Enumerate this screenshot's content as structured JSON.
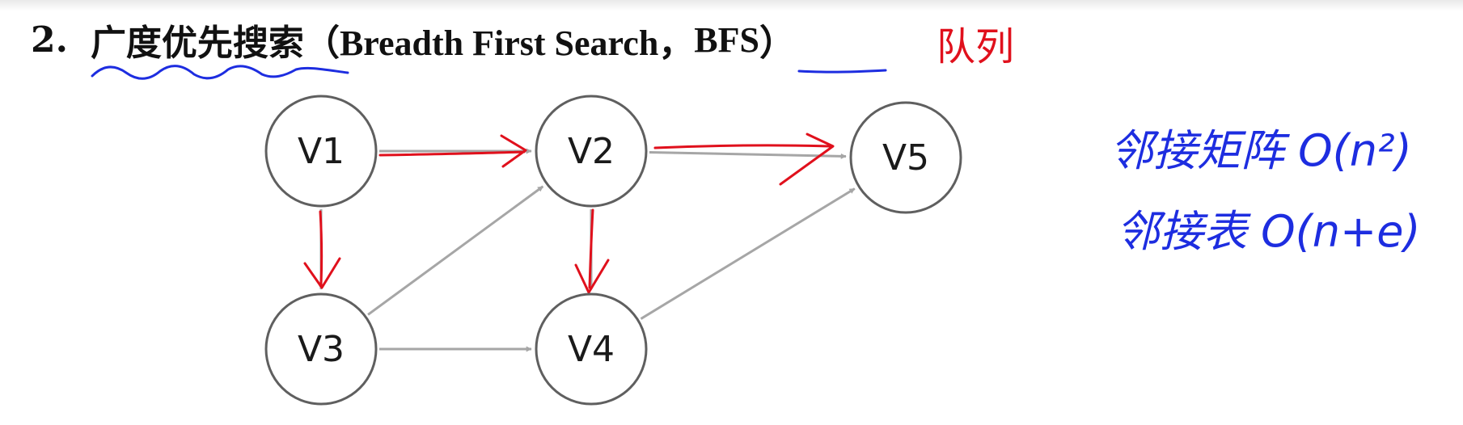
{
  "heading": {
    "number": "2.",
    "title_cn": "广度优先搜索",
    "open_paren": "（",
    "title_en": "Breadth First Search，",
    "abbr": "BFS",
    "close_paren": "）"
  },
  "annotations": {
    "queue_note": "队列",
    "adjacency_matrix": "邻接矩阵 O(n²)",
    "adjacency_list": "邻接表 O(n+e)"
  },
  "graph": {
    "nodes": [
      {
        "id": "V1",
        "label": "V1"
      },
      {
        "id": "V2",
        "label": "V2"
      },
      {
        "id": "V3",
        "label": "V3"
      },
      {
        "id": "V4",
        "label": "V4"
      },
      {
        "id": "V5",
        "label": "V5"
      }
    ],
    "edges": [
      {
        "from": "V1",
        "to": "V2"
      },
      {
        "from": "V1",
        "to": "V3"
      },
      {
        "from": "V2",
        "to": "V5"
      },
      {
        "from": "V2",
        "to": "V4"
      },
      {
        "from": "V3",
        "to": "V2"
      },
      {
        "from": "V3",
        "to": "V4"
      },
      {
        "from": "V4",
        "to": "V5"
      }
    ],
    "bfs_traversal_edges": [
      {
        "from": "V1",
        "to": "V2"
      },
      {
        "from": "V1",
        "to": "V3"
      },
      {
        "from": "V2",
        "to": "V5"
      },
      {
        "from": "V2",
        "to": "V4"
      }
    ]
  },
  "colors": {
    "edge": "#a6a6a6",
    "node_border": "#5f5f5f",
    "ink_blue": "#1d2de0",
    "ink_red": "#e0101c"
  }
}
